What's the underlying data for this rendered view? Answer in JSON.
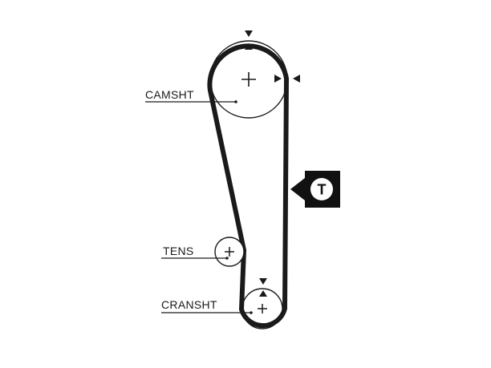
{
  "labels": {
    "camshaft": "CAMSHT",
    "tensioner": "TENS",
    "crankshaft": "CRANSHT"
  },
  "badge": {
    "letter": "T"
  },
  "colors": {
    "line": "#1a1a1a",
    "belt": "#1a1a1a",
    "badge_bg": "#111111",
    "badge_fg": "#ffffff",
    "background": "#ffffff"
  },
  "icons": {
    "center_mark": "plus-icon",
    "timing_mark": "triangle-marker-icon"
  }
}
